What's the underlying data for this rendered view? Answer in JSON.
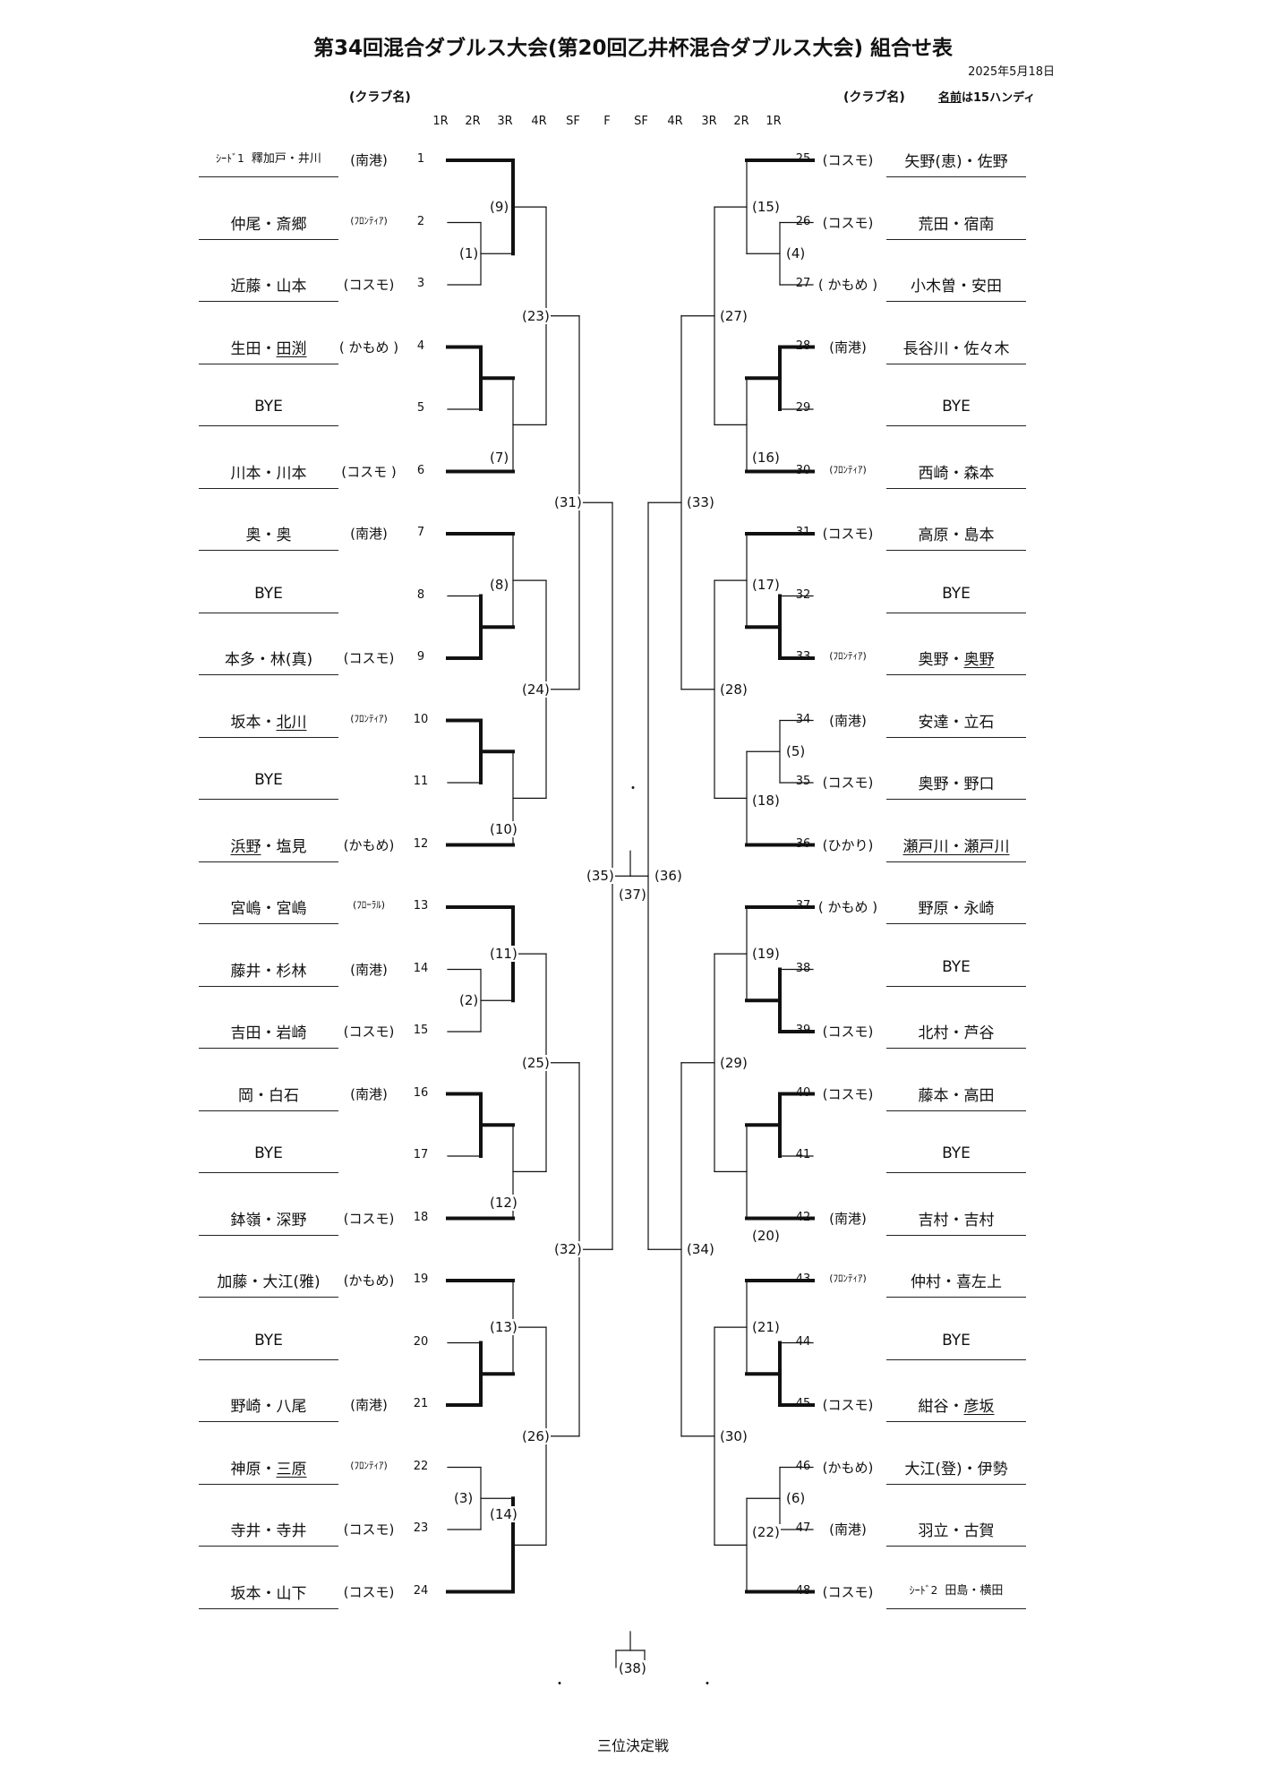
{
  "title": "第34回混合ダブルス大会(第20回乙井杯混合ダブルス大会) 組合せ表",
  "date": "2025年5月18日",
  "header": {
    "club_label_left": "(クラブ名)",
    "club_label_right": "(クラブ名)",
    "handicap_note_name": "名前",
    "handicap_note_rest": "は15ハンディ"
  },
  "rounds_left": [
    "1R",
    "2R",
    "3R",
    "4R",
    "SF"
  ],
  "round_final": "F",
  "rounds_right": [
    "SF",
    "4R",
    "3R",
    "2R",
    "1R"
  ],
  "entries_left": [
    {
      "n": "1",
      "seed": "ｼｰﾄﾞ1",
      "name": "釋加戸・井川",
      "club": "(南港)"
    },
    {
      "n": "2",
      "name": "仲尾・斎郷",
      "club": "(ﾌﾛﾝﾃｨｱ)"
    },
    {
      "n": "3",
      "name": "近藤・山本",
      "club": "(コスモ)"
    },
    {
      "n": "4",
      "name": "生田・",
      "u": "田渕",
      "club": "( かもめ )"
    },
    {
      "n": "5",
      "name": "BYE",
      "club": ""
    },
    {
      "n": "6",
      "name": "川本・川本",
      "club": "(コスモ )"
    },
    {
      "n": "7",
      "name": "奥・奥",
      "club": "(南港)"
    },
    {
      "n": "8",
      "name": "BYE",
      "club": ""
    },
    {
      "n": "9",
      "name": "本多・林(真)",
      "club": "(コスモ)"
    },
    {
      "n": "10",
      "name": "坂本・",
      "u": "北川",
      "club": "(ﾌﾛﾝﾃｨｱ)"
    },
    {
      "n": "11",
      "name": "BYE",
      "club": ""
    },
    {
      "n": "12",
      "name": "",
      "u": "浜野",
      "rest": "・塩見",
      "club": "(かもめ)"
    },
    {
      "n": "13",
      "name": "宮嶋・宮嶋",
      "club": "(ﾌﾛｰﾗﾙ)"
    },
    {
      "n": "14",
      "name": "藤井・杉林",
      "club": "(南港)"
    },
    {
      "n": "15",
      "name": "吉田・岩崎",
      "club": "(コスモ)"
    },
    {
      "n": "16",
      "name": "岡・白石",
      "club": "(南港)"
    },
    {
      "n": "17",
      "name": "BYE",
      "club": ""
    },
    {
      "n": "18",
      "name": "鉢嶺・深野",
      "club": "(コスモ)"
    },
    {
      "n": "19",
      "name": "加藤・大江(雅)",
      "club": "(かもめ)"
    },
    {
      "n": "20",
      "name": "BYE",
      "club": ""
    },
    {
      "n": "21",
      "name": "野崎・八尾",
      "club": "(南港)"
    },
    {
      "n": "22",
      "name": "神原・",
      "u": "三原",
      "club": "(ﾌﾛﾝﾃｨｱ)"
    },
    {
      "n": "23",
      "name": "寺井・寺井",
      "club": "(コスモ)"
    },
    {
      "n": "24",
      "name": "坂本・山下",
      "club": "(コスモ)"
    }
  ],
  "entries_right": [
    {
      "n": "25",
      "name": "矢野(恵)・佐野",
      "club": "(コスモ)"
    },
    {
      "n": "26",
      "name": "荒田・宿南",
      "club": "(コスモ)"
    },
    {
      "n": "27",
      "name": "小木曽・安田",
      "club": "( かもめ )"
    },
    {
      "n": "28",
      "name": "長谷川・佐々木",
      "club": "(南港)"
    },
    {
      "n": "29",
      "name": "BYE",
      "club": ""
    },
    {
      "n": "30",
      "name": "西崎・森本",
      "club": "(ﾌﾛﾝﾃｨｱ)"
    },
    {
      "n": "31",
      "name": "高原・島本",
      "club": "(コスモ)"
    },
    {
      "n": "32",
      "name": "BYE",
      "club": ""
    },
    {
      "n": "33",
      "name": "奥野・",
      "u": "奥野",
      "club": "(ﾌﾛﾝﾃｨｱ)"
    },
    {
      "n": "34",
      "name": "安達・立石",
      "club": "(南港)"
    },
    {
      "n": "35",
      "name": "奥野・野口",
      "club": "(コスモ)"
    },
    {
      "n": "36",
      "name": "",
      "u": "瀬戸川・瀬戸川",
      "club": "(ひかり)"
    },
    {
      "n": "37",
      "name": "野原・永崎",
      "club": "( かもめ )"
    },
    {
      "n": "38",
      "name": "BYE",
      "club": ""
    },
    {
      "n": "39",
      "name": "北村・芦谷",
      "club": "(コスモ)"
    },
    {
      "n": "40",
      "name": "藤本・高田",
      "club": "(コスモ)"
    },
    {
      "n": "41",
      "name": "BYE",
      "club": ""
    },
    {
      "n": "42",
      "name": "吉村・吉村",
      "club": "(南港)"
    },
    {
      "n": "43",
      "name": "仲村・喜左上",
      "club": "(ﾌﾛﾝﾃｨｱ)"
    },
    {
      "n": "44",
      "name": "BYE",
      "club": ""
    },
    {
      "n": "45",
      "name": "紺谷・",
      "u": "彦坂",
      "club": "(コスモ)"
    },
    {
      "n": "46",
      "name": "大江(登)・伊勢",
      "club": "(かもめ)"
    },
    {
      "n": "47",
      "name": "羽立・古賀",
      "club": "(南港)"
    },
    {
      "n": "48",
      "seed": "ｼｰﾄﾞ2",
      "name": "田島・横田",
      "club": "(コスモ)"
    }
  ],
  "match_numbers": [
    "(1)",
    "(2)",
    "(3)",
    "(4)",
    "(5)",
    "(6)",
    "(7)",
    "(8)",
    "(9)",
    "(10)",
    "(11)",
    "(12)",
    "(13)",
    "(14)",
    "(15)",
    "(16)",
    "(17)",
    "(18)",
    "(19)",
    "(20)",
    "(21)",
    "(22)",
    "(23)",
    "(24)",
    "(25)",
    "(26)",
    "(27)",
    "(28)",
    "(29)",
    "(30)",
    "(31)",
    "(32)",
    "(33)",
    "(34)",
    "(35)",
    "(36)",
    "(37)",
    "(38)"
  ],
  "third_place_label": "三位決定戦"
}
